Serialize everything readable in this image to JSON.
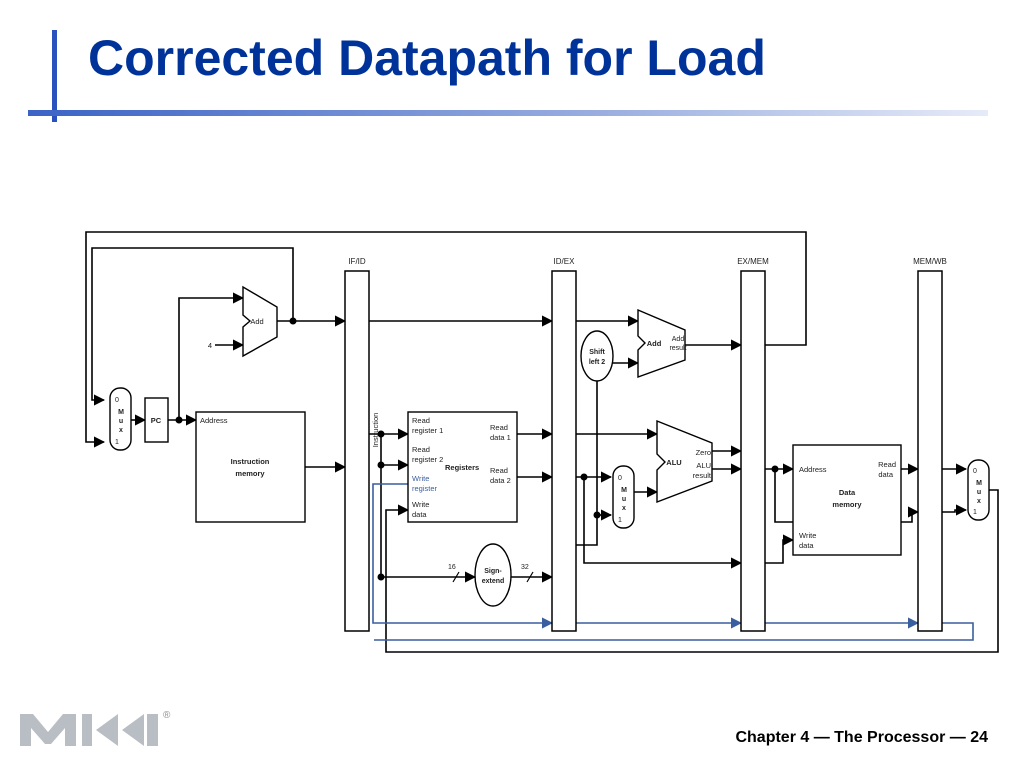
{
  "slide": {
    "title": "Corrected Datapath for Load",
    "footer": "Chapter 4 — The Processor — 24",
    "registered_mark": "®",
    "logo_text": "MK"
  },
  "colors": {
    "title": "#003399",
    "accent_bar": "#2a52be",
    "wire": "#000000",
    "write_register_path": "#3a5f9e"
  },
  "diagram": {
    "pipeline_registers": {
      "ifid": "IF/ID",
      "idex": "ID/EX",
      "exmem": "EX/MEM",
      "memwb": "MEM/WB"
    },
    "pc": "PC",
    "pc_add": "Add",
    "four": "4",
    "mux": {
      "zero": "0",
      "one": "1",
      "letters": [
        "M",
        "u",
        "x"
      ]
    },
    "instruction_memory": {
      "address": "Address",
      "title1": "Instruction",
      "title2": "memory"
    },
    "instruction_label": "Instruction",
    "registers": {
      "read_register_1": [
        "Read",
        "register 1"
      ],
      "read_register_2": [
        "Read",
        "register 2"
      ],
      "write_register": [
        "Write",
        "register"
      ],
      "write_data": [
        "Write",
        "data"
      ],
      "read_data_1": [
        "Read",
        "data 1"
      ],
      "read_data_2": [
        "Read",
        "data 2"
      ],
      "title": "Registers"
    },
    "sign_extend": {
      "line1": "Sign-",
      "line2": "extend",
      "in_width": "16",
      "out_width": "32"
    },
    "shift_left_2": {
      "line1": "Shift",
      "line2": "left 2"
    },
    "branch_add": {
      "label": "Add",
      "result1": "Add",
      "result2": "result"
    },
    "alu": {
      "label": "ALU",
      "zero": "Zero",
      "result1": "ALU",
      "result2": "result"
    },
    "data_memory": {
      "address": "Address",
      "read1": "Read",
      "read2": "data",
      "title1": "Data",
      "title2": "memory",
      "write1": "Write",
      "write2": "data"
    }
  }
}
